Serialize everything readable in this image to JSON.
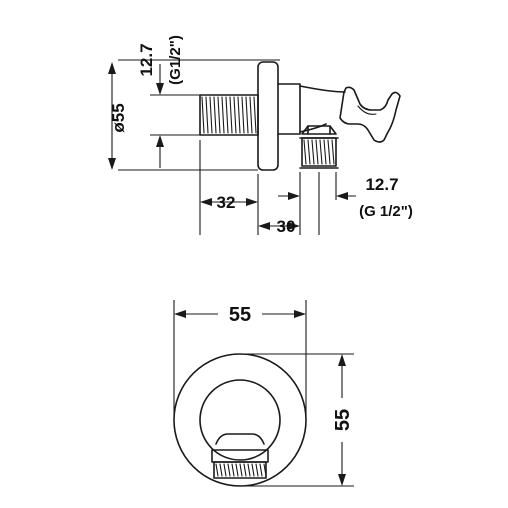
{
  "side_view": {
    "diameter_label": "ø55",
    "inlet_size": "12.7",
    "inlet_thread": "(G1/2\")",
    "outlet_size": "12.7",
    "outlet_thread": "(G 1/2\")",
    "dim_length_back": "32",
    "dim_length_front": "30"
  },
  "front_view": {
    "width_label": "55",
    "height_label": "55"
  }
}
